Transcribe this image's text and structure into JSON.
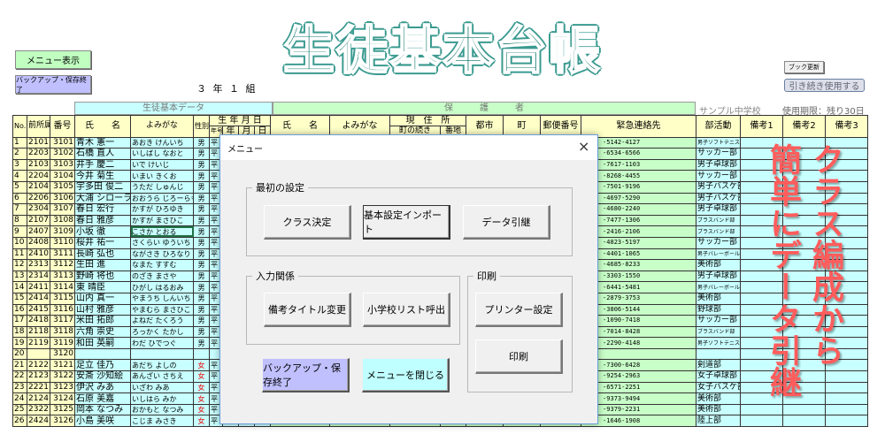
{
  "title": "生徒基本台帳",
  "buttons": {
    "menu": "メニュー表示",
    "backup": "バックアップ・保存終了",
    "book_update": "ブック更新",
    "continue": "引き続き使用する"
  },
  "class_label": "３ 年 １ 組",
  "school": "サンプル中学校",
  "expiry": "使用期限：残り30日",
  "groups": {
    "student": "生徒基本データ",
    "guardian": "保　　　護　　　者"
  },
  "headers": {
    "no": "No.",
    "prev": "前所属",
    "num": "番号",
    "name": "氏　　名",
    "kana": "よみがな",
    "sex": "性別",
    "birth": "生 年 月 日",
    "era": "年号",
    "year": "年",
    "month": "月",
    "day": "日",
    "g_name": "氏　　名",
    "g_kana": "よみがな",
    "address": "現　住　所",
    "street": "町の続き",
    "lot": "番地",
    "city": "都市",
    "town": "町",
    "zip": "郵便番号",
    "emergency": "緊急連絡先",
    "club": "部活動",
    "note1": "備考1",
    "note2": "備考2",
    "note3": "備考3"
  },
  "colors": {
    "yellow": "#ffffc8",
    "cyan": "#c8ffff",
    "green": "#c8ffc8",
    "title": "#006b60",
    "promo": "#ff5c5c"
  },
  "rows": [
    [
      "1",
      "2101",
      "3101",
      "青木 憲一",
      "あおき けんいち",
      "男",
      "平",
      "-5142-4127",
      "男子ソフトテニス部"
    ],
    [
      "2",
      "2203",
      "3102",
      "石橋 直人",
      "いしばし なおと",
      "男",
      "平",
      "-6534-6566",
      "サッカー部"
    ],
    [
      "3",
      "2103",
      "3103",
      "井手 慶二",
      "いで けいじ",
      "男",
      "平",
      "-7617-1103",
      "男子卓球部"
    ],
    [
      "4",
      "2204",
      "3104",
      "今井 菊生",
      "いまい きくお",
      "男",
      "平",
      "-8268-4455",
      "サッカー部"
    ],
    [
      "5",
      "2104",
      "3105",
      "宇多田 俊二",
      "うただ しゅんじ",
      "男",
      "平",
      "-7501-9196",
      "男子バスケ部"
    ],
    [
      "6",
      "2206",
      "3106",
      "大浦 シローラモ",
      "おおうら じろーらも",
      "男",
      "平",
      "-4697-5290",
      "男子バスケ部"
    ],
    [
      "7",
      "2304",
      "3107",
      "春日 宏行",
      "かすが ひろゆき",
      "男",
      "平",
      "-4680-2240",
      "男子卓球部"
    ],
    [
      "8",
      "2107",
      "3108",
      "春日 雅彦",
      "かすが まさひこ",
      "男",
      "平",
      "-7477-1306",
      "ブラスバンド部"
    ],
    [
      "9",
      "2407",
      "3109",
      "小坂 徹",
      "こさか とおる",
      "男",
      "平",
      "-2416-2106",
      "ブラスバンド部"
    ],
    [
      "10",
      "2408",
      "3110",
      "桜井 祐一",
      "さくらい ゆういち",
      "男",
      "平",
      "-4823-5197",
      "サッカー部"
    ],
    [
      "11",
      "2410",
      "3111",
      "長崎 弘也",
      "ながさき ひろなり",
      "男",
      "平",
      "-4401-1065",
      "男子バレーボール部"
    ],
    [
      "12",
      "2313",
      "3112",
      "生田 進",
      "なまた すすむ",
      "男",
      "平",
      "-4685-8233",
      "美術部"
    ],
    [
      "13",
      "2314",
      "3113",
      "野崎 将也",
      "のざき まさや",
      "男",
      "平",
      "-3303-1550",
      "男子卓球部"
    ],
    [
      "14",
      "2411",
      "3114",
      "東 晴臣",
      "ひがし はるおみ",
      "男",
      "平",
      "-6441-5481",
      "男子バレーボール部"
    ],
    [
      "15",
      "2414",
      "3115",
      "山内 真一",
      "やまうち しんいち",
      "男",
      "平",
      "-2879-3753",
      "美術部"
    ],
    [
      "16",
      "2415",
      "3116",
      "山村 雅彦",
      "やまむら まさひこ",
      "男",
      "平",
      "-3806-5144",
      "野球部"
    ],
    [
      "17",
      "2418",
      "3117",
      "米田 拓郎",
      "よねだ たくろう",
      "男",
      "平",
      "-1090-7418",
      "サッカー部"
    ],
    [
      "18",
      "2118",
      "3118",
      "六角 崇史",
      "ろっかく たかし",
      "男",
      "平",
      "-7014-8428",
      "ブラスバンド部"
    ],
    [
      "19",
      "2119",
      "3119",
      "和田 英嗣",
      "わだ ひでつぐ",
      "男",
      "平",
      "-2290-4148",
      "男子ソフトテニス部"
    ],
    [
      "20",
      "",
      "3120",
      "",
      "",
      "",
      "",
      "",
      ""
    ],
    [
      "21",
      "2122",
      "3121",
      "足立 佳乃",
      "あだち よしの",
      "女",
      "平",
      "-7300-6428",
      "剣道部"
    ],
    [
      "22",
      "2123",
      "3122",
      "安斎 沙知絵",
      "あんざい さちえ",
      "女",
      "平",
      "-9254-2963",
      "女子卓球部"
    ],
    [
      "23",
      "2221",
      "3123",
      "伊沢 みあ",
      "いざわ みあ",
      "女",
      "平",
      "-6571-2251",
      "女子バスケ部"
    ],
    [
      "24",
      "2124",
      "3124",
      "石原 美嘉",
      "いしはら みか",
      "女",
      "平",
      "-9373-9494",
      "美術部"
    ],
    [
      "25",
      "2322",
      "3125",
      "岡本 なつみ",
      "おかもと なつみ",
      "女",
      "平",
      "-9379-2231",
      "美術部"
    ],
    [
      "26",
      "2424",
      "3126",
      "小島 美咲",
      "こじま みさき",
      "女",
      "平",
      "-1646-1908",
      "陸上部"
    ]
  ],
  "dialog": {
    "title": "メニュー",
    "close": "×",
    "group_initial": "最初の設定",
    "class_decide": "クラス決定",
    "import": "基本設定インポート",
    "data_transfer": "データ引継",
    "group_input": "入力関係",
    "note_title": "備考タイトル変更",
    "elem_list": "小学校リスト呼出",
    "group_print": "印刷",
    "printer": "プリンター設定",
    "print": "印刷",
    "backup": "バックアップ・保存終了",
    "close_menu": "メニューを閉じる"
  },
  "promo": {
    "line1": "クラス編成から",
    "line2": "簡単にデータ引継"
  }
}
